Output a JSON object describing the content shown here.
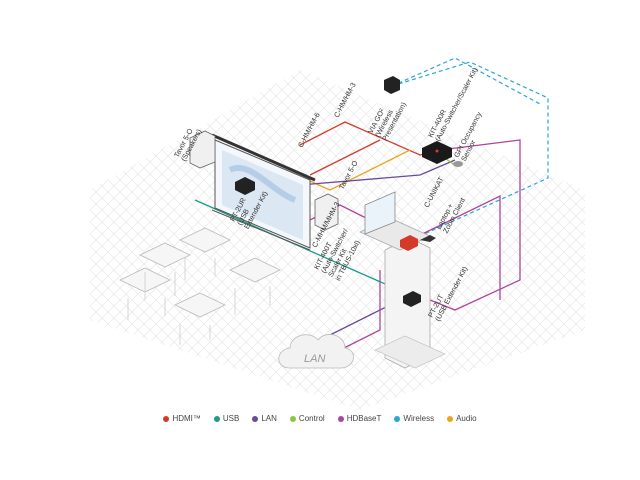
{
  "colors": {
    "hdmi": "#d43a2a",
    "usb": "#1f9a8a",
    "lan": "#6a4a9a",
    "control": "#8cc63f",
    "hdbaset": "#b0449a",
    "wireless": "#2aa6d8",
    "audio": "#f0a21c"
  },
  "labels": {
    "tavor_speakers": [
      "Tavor 5-O",
      "(Speakers)"
    ],
    "chm_hm6": "C-HM/HM-6",
    "chm_hm3_top": "C-HM/HM-3",
    "via_go": [
      "VIA GO²",
      "(Wireless",
      "Presentation)"
    ],
    "kit400r": [
      "KIT-400R",
      "(Auto-Switcher/Scaler Kit)"
    ],
    "gpi_sensor": [
      "GPI Occupancy",
      "Sensor"
    ],
    "pt2ur": [
      "PT-2UR",
      "(USB",
      "Extender Kit)"
    ],
    "tavor_mid": "Tavor 5-O",
    "c_unikat": "C-UNIKAT",
    "chm_hm3_mid": "C-MHM/MHM-3",
    "kit400t": [
      "KIT-400T",
      "(Auto-Switcher/",
      "Scaler Kit",
      "in TBUS-10xl)"
    ],
    "laptop": [
      "Laptop +",
      "Zoom Client"
    ],
    "pt2ut": [
      "PT-2UT",
      "(USB Extender Kit)"
    ],
    "lan_cloud": "LAN"
  },
  "legend": [
    {
      "key": "hdmi",
      "label": "HDMI™"
    },
    {
      "key": "usb",
      "label": "USB"
    },
    {
      "key": "lan",
      "label": "LAN"
    },
    {
      "key": "control",
      "label": "Control"
    },
    {
      "key": "hdbaset",
      "label": "HDBaseT"
    },
    {
      "key": "wireless",
      "label": "Wireless"
    },
    {
      "key": "audio",
      "label": "Audio"
    }
  ]
}
